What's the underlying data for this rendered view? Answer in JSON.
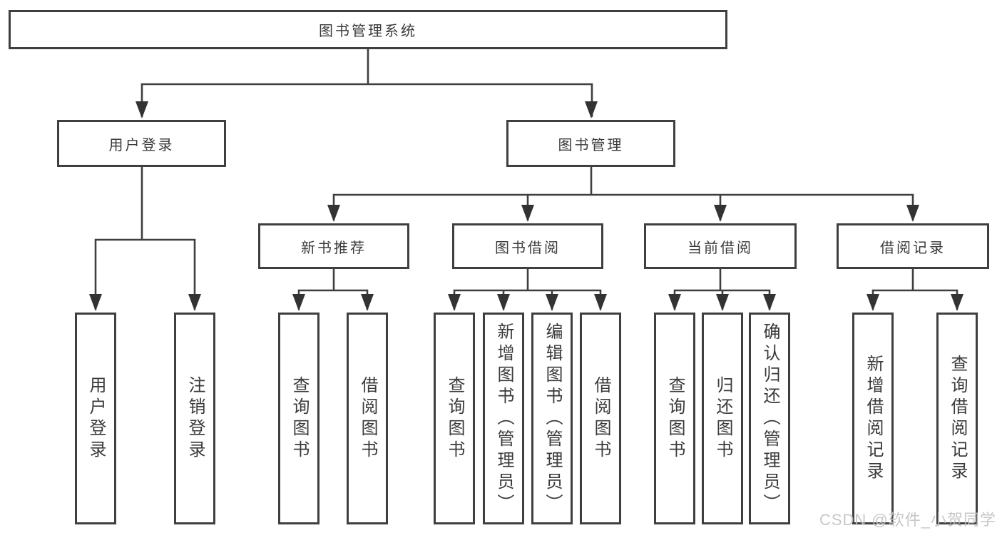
{
  "tree": {
    "root": {
      "label": "图书管理系统"
    },
    "children": [
      {
        "label": "用户登录",
        "children": [
          {
            "label": "用户登录"
          },
          {
            "label": "注销登录"
          }
        ]
      },
      {
        "label": "图书管理",
        "children": [
          {
            "label": "新书推荐",
            "children": [
              {
                "label": "查询图书"
              },
              {
                "label": "借阅图书"
              }
            ]
          },
          {
            "label": "图书借阅",
            "children": [
              {
                "label": "查询图书"
              },
              {
                "label": "新增图书（管理员）"
              },
              {
                "label": "编辑图书（管理员）"
              },
              {
                "label": "借阅图书"
              }
            ]
          },
          {
            "label": "当前借阅",
            "children": [
              {
                "label": "查询图书"
              },
              {
                "label": "归还图书"
              },
              {
                "label": "确认归还（管理员）"
              }
            ]
          },
          {
            "label": "借阅记录",
            "children": [
              {
                "label": "新增借阅记录"
              },
              {
                "label": "查询借阅记录"
              }
            ]
          }
        ]
      }
    ]
  },
  "watermark": {
    "text": "CSDN @软件_小贺同学"
  },
  "colors": {
    "line": "#3f3f3f",
    "text": "#3a3a3a",
    "watermark_text": "#c3c3c3",
    "background": "#ffffff"
  }
}
